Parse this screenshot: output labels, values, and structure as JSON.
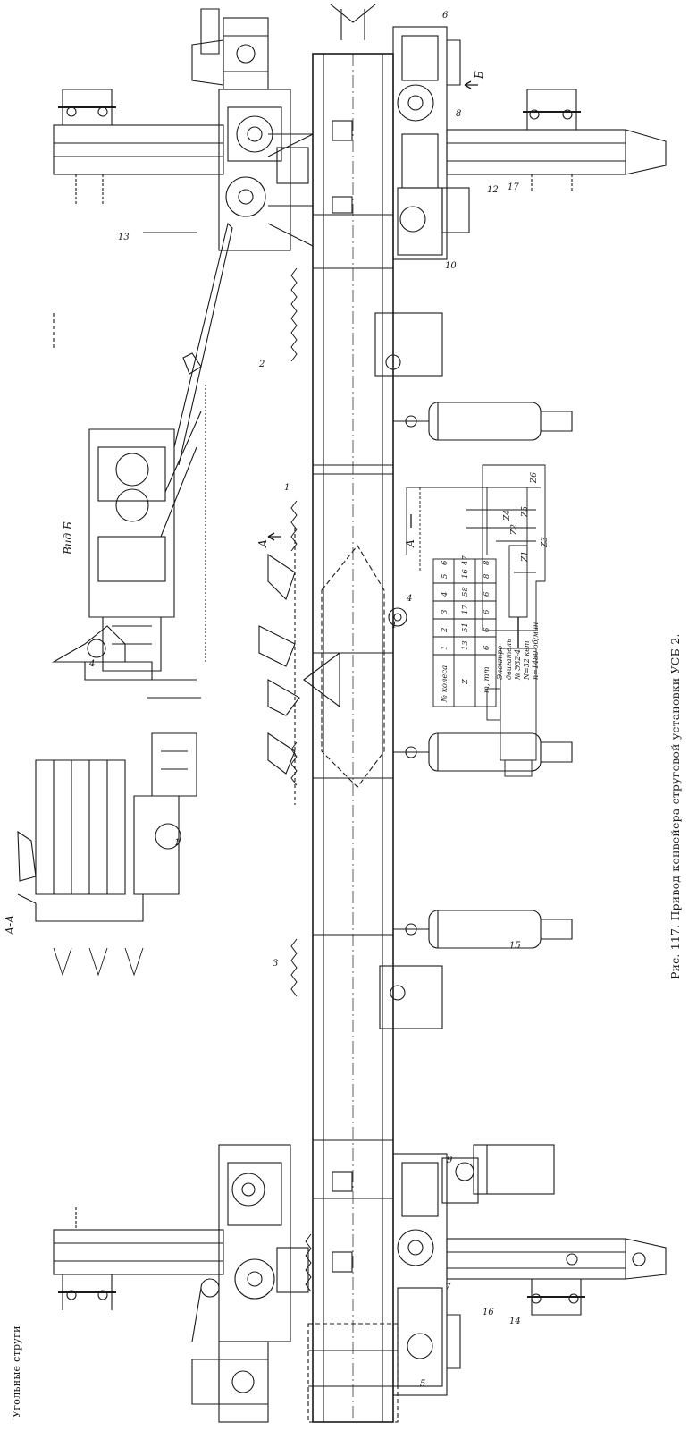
{
  "page": {
    "caption": "Рис. 117. Привод конвейера струговой установки УСБ-2.",
    "book_title": "Угольные струги"
  },
  "views": {
    "section_aa": "А-А",
    "view_b": "Вид Б",
    "arrow_a": "А",
    "arrow_b": "Б"
  },
  "callouts": [
    "1",
    "2",
    "3",
    "4",
    "5",
    "6",
    "7",
    "8",
    "9",
    "10",
    "12",
    "13",
    "14",
    "15",
    "16",
    "17"
  ],
  "gear_table": {
    "rows": [
      [
        "№ колеса",
        "1",
        "2",
        "3",
        "4",
        "5",
        "6"
      ],
      [
        "Z",
        "13",
        "51",
        "17",
        "58",
        "16",
        "47"
      ],
      [
        "m, mm",
        "6",
        "6",
        "6",
        "6",
        "8",
        "8"
      ]
    ]
  },
  "motor_spec": {
    "line1": "Электро-",
    "line2": "двигатель",
    "line3": "№ ЭЗ2-4",
    "line4": "N=32 квт",
    "line5": "n=1480 об/мин"
  },
  "kinematic_labels": [
    "Z1",
    "Z2",
    "Z3",
    "Z4",
    "Z5",
    "Z6"
  ]
}
